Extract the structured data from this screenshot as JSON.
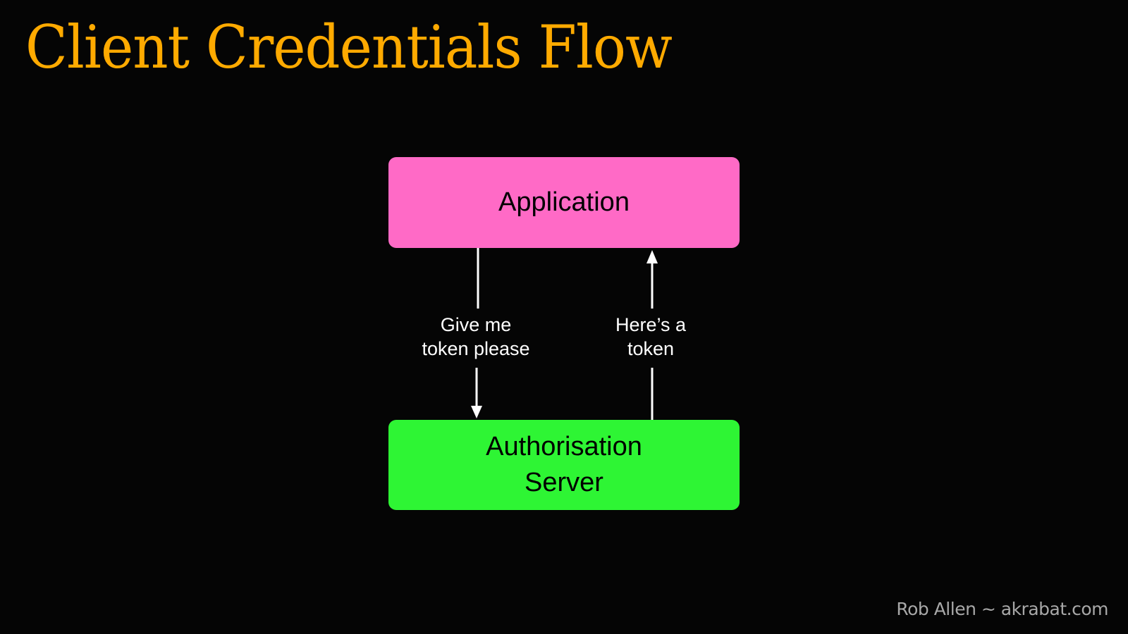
{
  "slide": {
    "title": "Client Credentials Flow",
    "footer": "Rob Allen ~ akrabat.com",
    "title_color": "#ffaa00"
  },
  "diagram": {
    "nodes": [
      {
        "id": "application",
        "label": "Application",
        "color": "#ff6ac6"
      },
      {
        "id": "auth-server",
        "label_lines": [
          "Authorisation",
          "Server"
        ],
        "color": "#2ef534"
      }
    ],
    "edges": [
      {
        "from": "application",
        "to": "auth-server",
        "label_lines": [
          "Give me",
          "token please"
        ]
      },
      {
        "from": "auth-server",
        "to": "application",
        "label_lines": [
          "Here’s a",
          "token"
        ]
      }
    ]
  }
}
